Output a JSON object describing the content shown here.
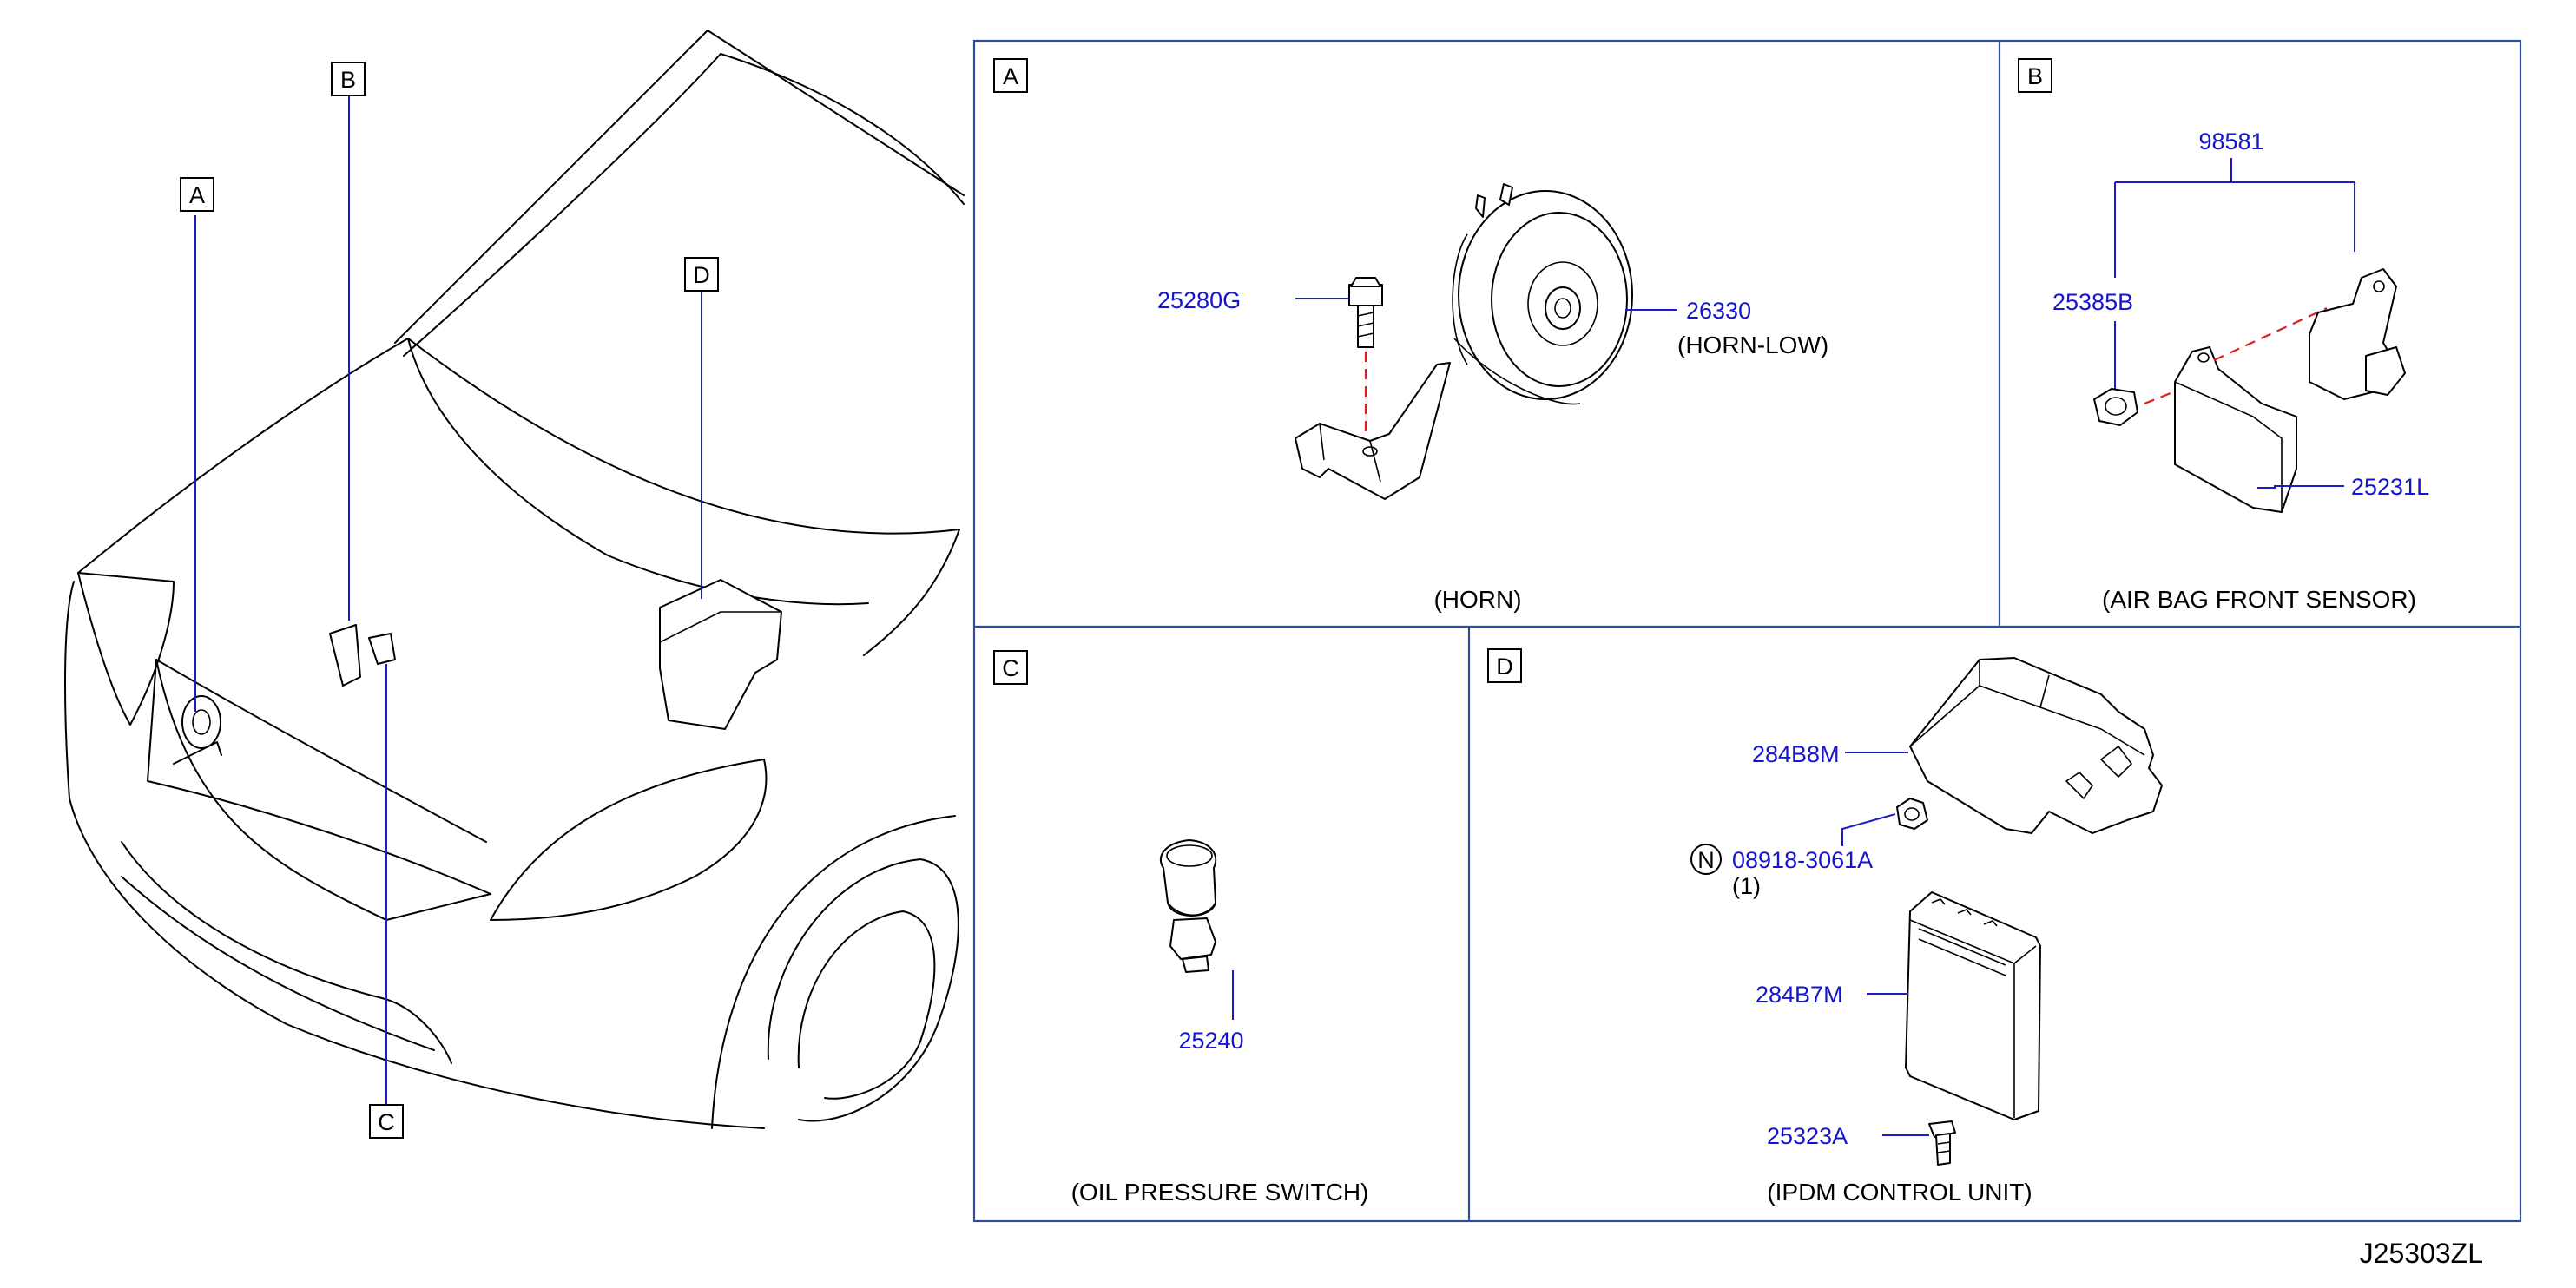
{
  "diagram_id": "J25303ZL",
  "overview": {
    "markers": [
      "A",
      "B",
      "C",
      "D"
    ]
  },
  "panels": {
    "A": {
      "letter": "A",
      "caption": "(HORN)",
      "parts": [
        {
          "number": "25280G",
          "name": ""
        },
        {
          "number": "26330",
          "name": "(HORN-LOW)"
        }
      ]
    },
    "B": {
      "letter": "B",
      "caption": "(AIR   BAG   FRONT   SENSOR)",
      "parts": [
        {
          "number": "98581"
        },
        {
          "number": "25385B"
        },
        {
          "number": "25231L"
        }
      ]
    },
    "C": {
      "letter": "C",
      "caption": "(OIL   PRESSURE   SWITCH)",
      "parts": [
        {
          "number": "25240"
        }
      ]
    },
    "D": {
      "letter": "D",
      "caption": "(IPDM   CONTROL   UNIT)",
      "parts": [
        {
          "number": "284B8M"
        },
        {
          "number": "08918-3061A",
          "prefix": "N",
          "qty": "(1)"
        },
        {
          "number": "284B7M"
        },
        {
          "number": "25323A"
        }
      ]
    }
  },
  "colors": {
    "part_number": "#1515d0",
    "frame": "#2d4f9e",
    "leader": "#1c1cc8",
    "centerline": "#e21e1e"
  }
}
